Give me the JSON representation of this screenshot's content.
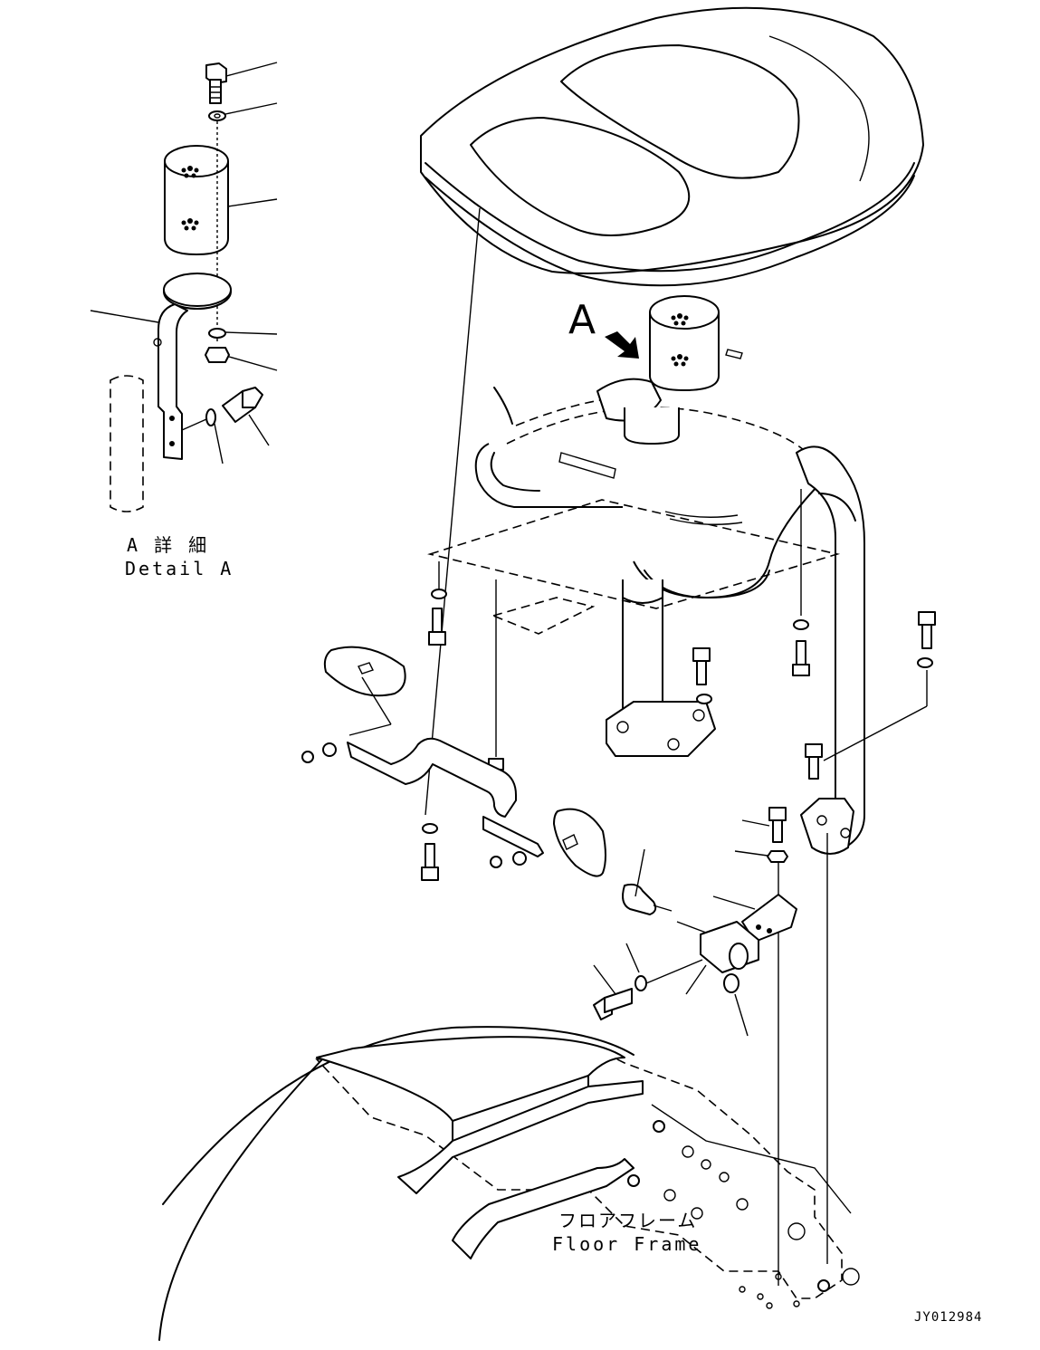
{
  "labels": {
    "detail_a_jp": "A 詳 細",
    "detail_a_en": "Detail A",
    "view_arrow_letter": "A",
    "floor_frame_jp": "フロアフレーム",
    "floor_frame_en": "Floor Frame",
    "drawing_code": "JY012984"
  }
}
